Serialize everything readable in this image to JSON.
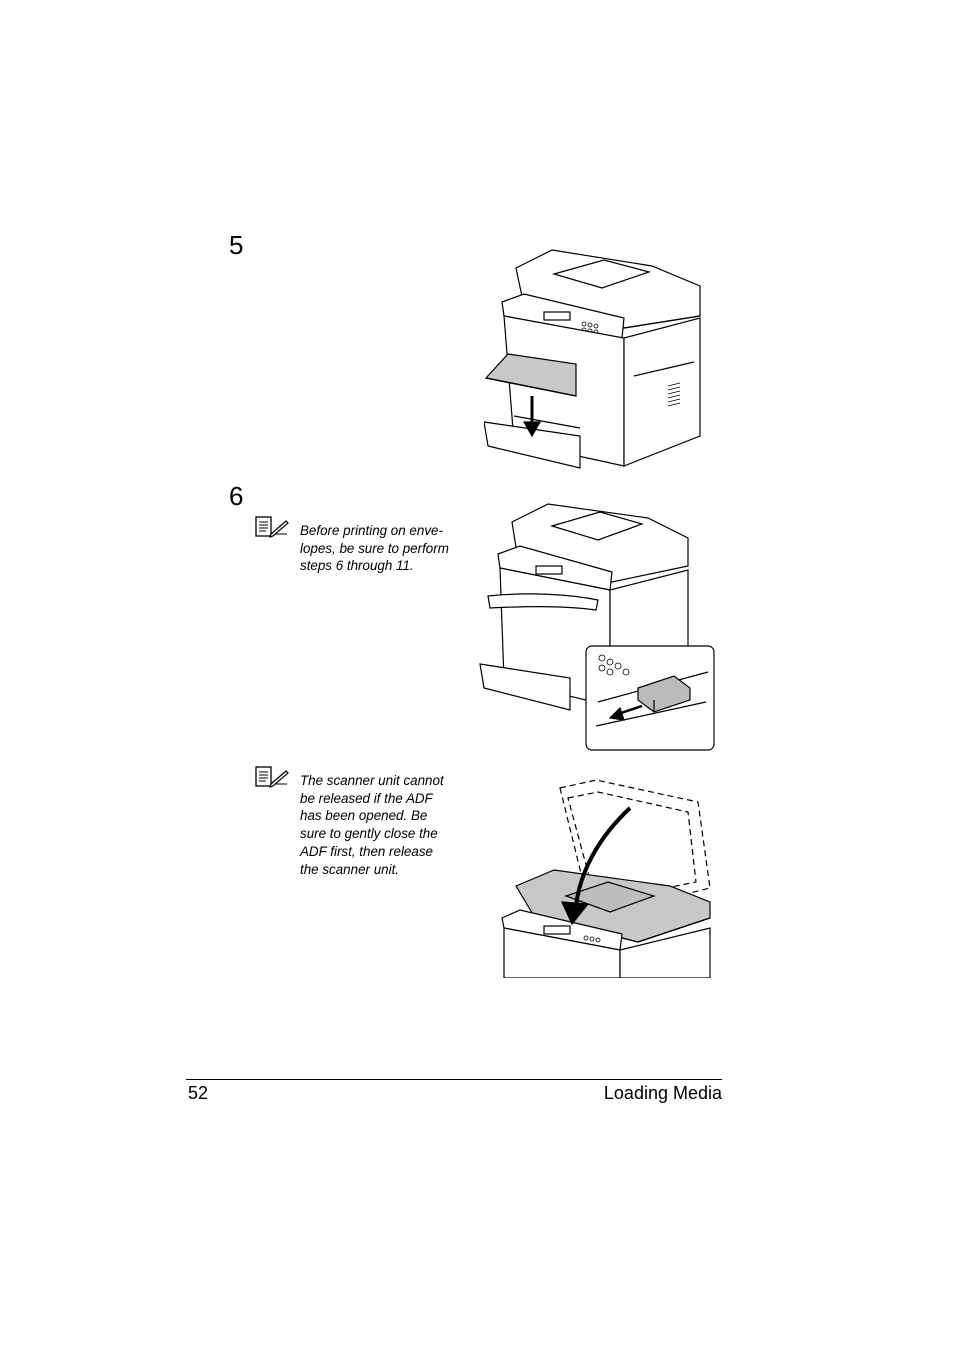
{
  "steps": [
    {
      "number": "5"
    },
    {
      "number": "6"
    }
  ],
  "notes": [
    {
      "icon": "note-pencil-icon",
      "text": "Before printing on enve-\nlopes, be sure to perform\nsteps 6 through 11."
    },
    {
      "icon": "note-pencil-icon",
      "text": "The scanner unit cannot\nbe released if the ADF\nhas been opened. Be\nsure to gently close the\nADF first, then release\nthe scanner unit."
    }
  ],
  "footer": {
    "page_number": "52",
    "chapter_title": "Loading Media"
  }
}
